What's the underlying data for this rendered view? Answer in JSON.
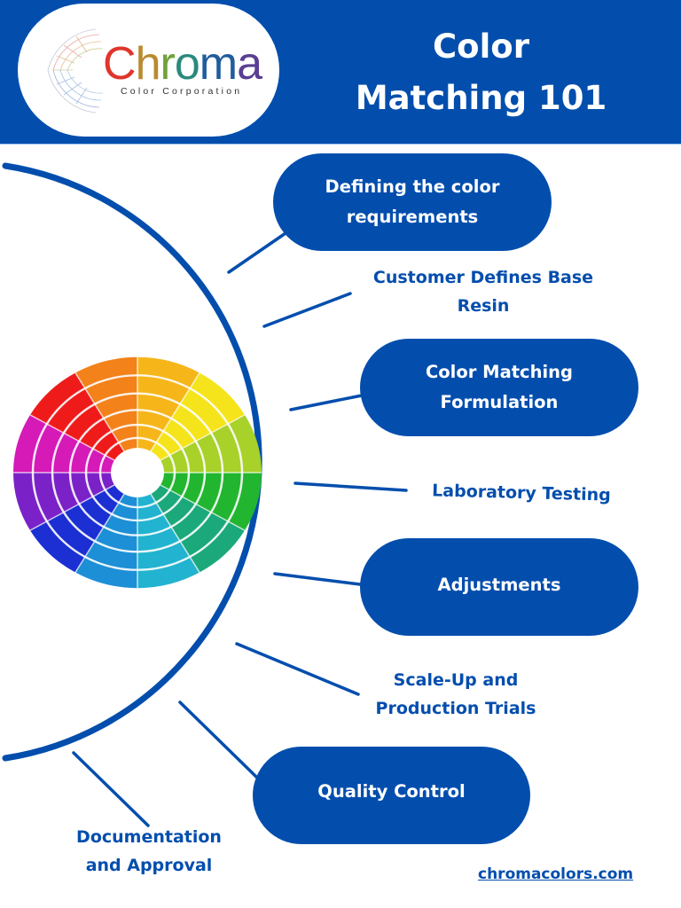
{
  "header": {
    "logo": {
      "wordmark_letters": [
        {
          "char": "C",
          "color": "#e0352a"
        },
        {
          "char": "h",
          "color": "#b98b2e"
        },
        {
          "char": "r",
          "color": "#6fa23a"
        },
        {
          "char": "o",
          "color": "#2a8a7c"
        },
        {
          "char": "m",
          "color": "#1f5d9c"
        },
        {
          "char": "a",
          "color": "#5a3f93"
        }
      ],
      "wordmark": "Chroma",
      "subtitle": "Color Corporation"
    },
    "title_line1": "Color",
    "title_line2": "Matching 101",
    "background_color": "#034ead"
  },
  "steps": [
    {
      "id": 1,
      "label_line1": "Defining the color",
      "label_line2": "requirements",
      "style": "pill"
    },
    {
      "id": 2,
      "label_line1": "Customer Defines Base",
      "label_line2": "Resin",
      "style": "text"
    },
    {
      "id": 3,
      "label_line1": "Color Matching",
      "label_line2": "Formulation",
      "style": "pill"
    },
    {
      "id": 4,
      "label_line1": "Laboratory Testing",
      "label_line2": "",
      "style": "text"
    },
    {
      "id": 5,
      "label_line1": "Adjustments",
      "label_line2": "",
      "style": "pill"
    },
    {
      "id": 6,
      "label_line1": "Scale-Up and",
      "label_line2": "Production Trials",
      "style": "text"
    },
    {
      "id": 7,
      "label_line1": "Quality Control",
      "label_line2": "",
      "style": "pill"
    },
    {
      "id": 8,
      "label_line1": "Documentation",
      "label_line2": "and Approval",
      "style": "text"
    }
  ],
  "image": {
    "description": "3D rainbow color wheel made of cubes",
    "icon": "color-wheel-icon"
  },
  "footer": {
    "link_text": "chromacolors.com"
  },
  "colors": {
    "primary_blue": "#034ead",
    "white": "#ffffff"
  }
}
